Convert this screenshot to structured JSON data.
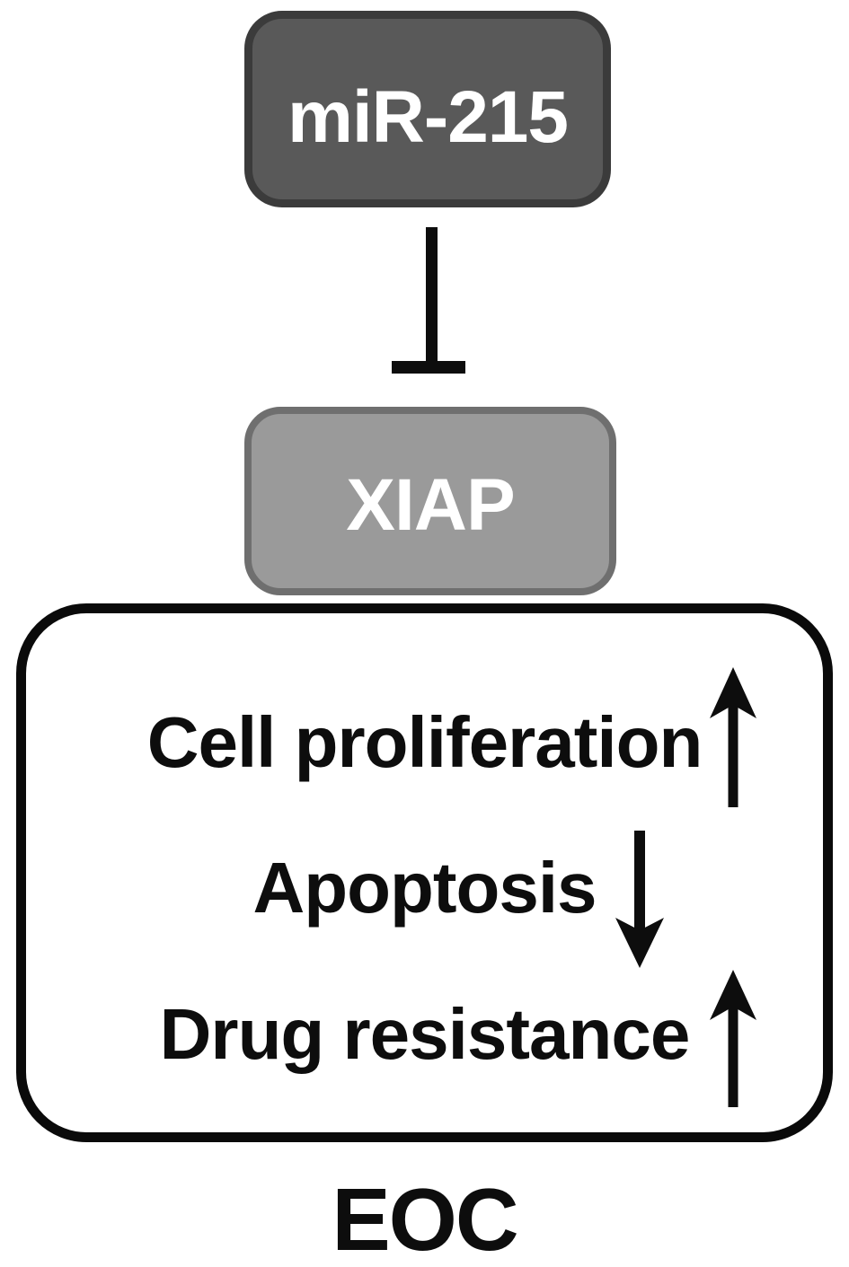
{
  "diagram": {
    "source_node": {
      "label": "miR-215"
    },
    "relationship": "inhibits",
    "target_node": {
      "label": "XIAP"
    },
    "effects": [
      {
        "label": "Cell proliferation",
        "direction": "up"
      },
      {
        "label": "Apoptosis",
        "direction": "down"
      },
      {
        "label": "Drug resistance",
        "direction": "up"
      }
    ],
    "context_label": "EOC",
    "colors": {
      "mir215_fill": "#595959",
      "mir215_border": "#3b3b3b",
      "xiap_fill": "#9a9a9a",
      "xiap_border": "#6f6f6f",
      "node_text": "#ffffff",
      "ink": "#0d0d0d",
      "background": "#ffffff"
    }
  }
}
